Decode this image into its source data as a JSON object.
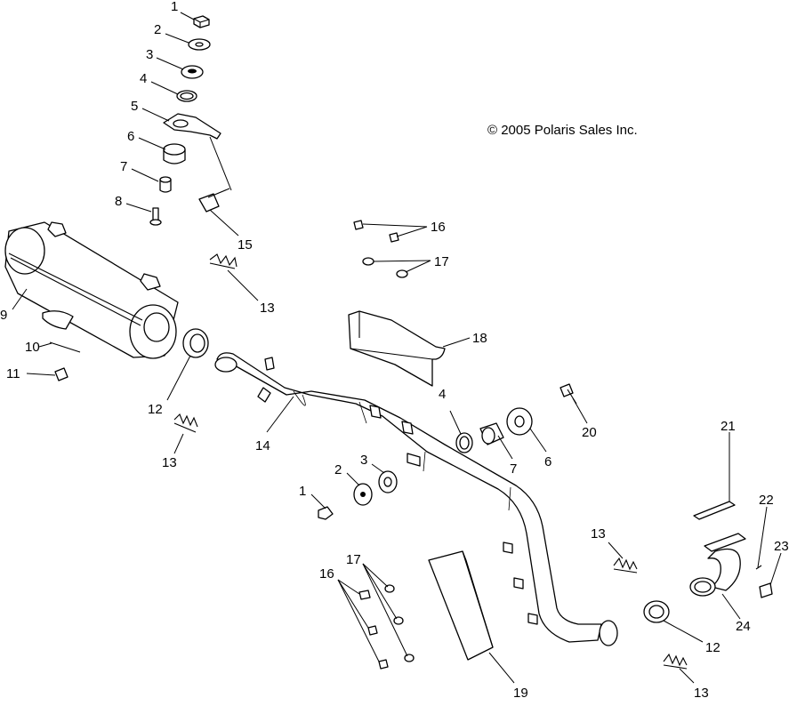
{
  "copyright": "© 2005 Polaris Sales Inc.",
  "labels": {
    "l1a": "1",
    "l2a": "2",
    "l3a": "3",
    "l4a": "4",
    "l5": "5",
    "l6a": "6",
    "l7a": "7",
    "l8": "8",
    "l9": "9",
    "l10": "10",
    "l11": "11",
    "l12a": "12",
    "l13a": "13",
    "l13b": "13",
    "l14": "14",
    "l15": "15",
    "l16a": "16",
    "l17a": "17",
    "l18": "18",
    "l4b": "4",
    "l7b": "7",
    "l6b": "6",
    "l20": "20",
    "l3b": "3",
    "l2b": "2",
    "l1b": "1",
    "l16b": "16",
    "l17b": "17",
    "l19": "19",
    "l13c": "13",
    "l12b": "12",
    "l13d": "13",
    "l21": "21",
    "l22": "22",
    "l23": "23",
    "l24": "24"
  }
}
